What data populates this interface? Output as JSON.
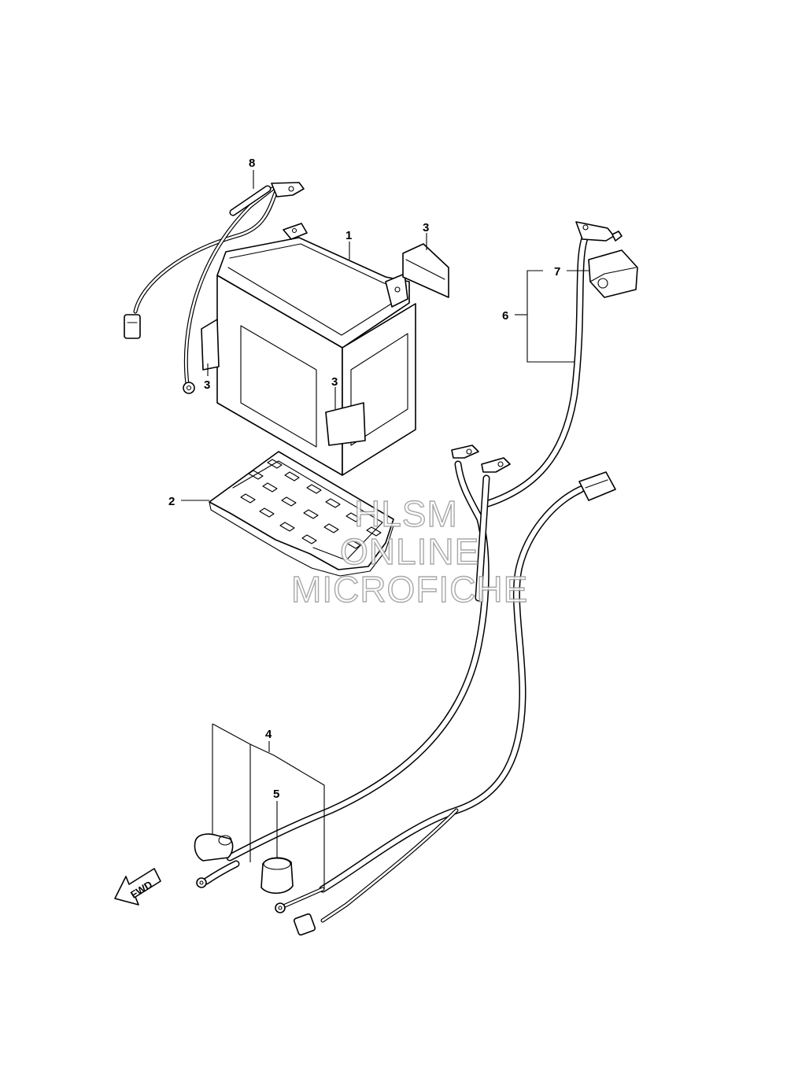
{
  "callouts": {
    "battery": "1",
    "battery_tray": "2",
    "label_top": "3",
    "label_side": "3",
    "label_clip": "3",
    "cable_set_lower": "4",
    "terminal_cap_lower": "5",
    "cable_upper": "6",
    "terminal_cap_upper": "7",
    "lead_wire": "8"
  },
  "fwd_label": "FWD",
  "watermark": {
    "line1": "HLSM",
    "line2": "ONLINE",
    "line3": "MICROFICHE"
  }
}
